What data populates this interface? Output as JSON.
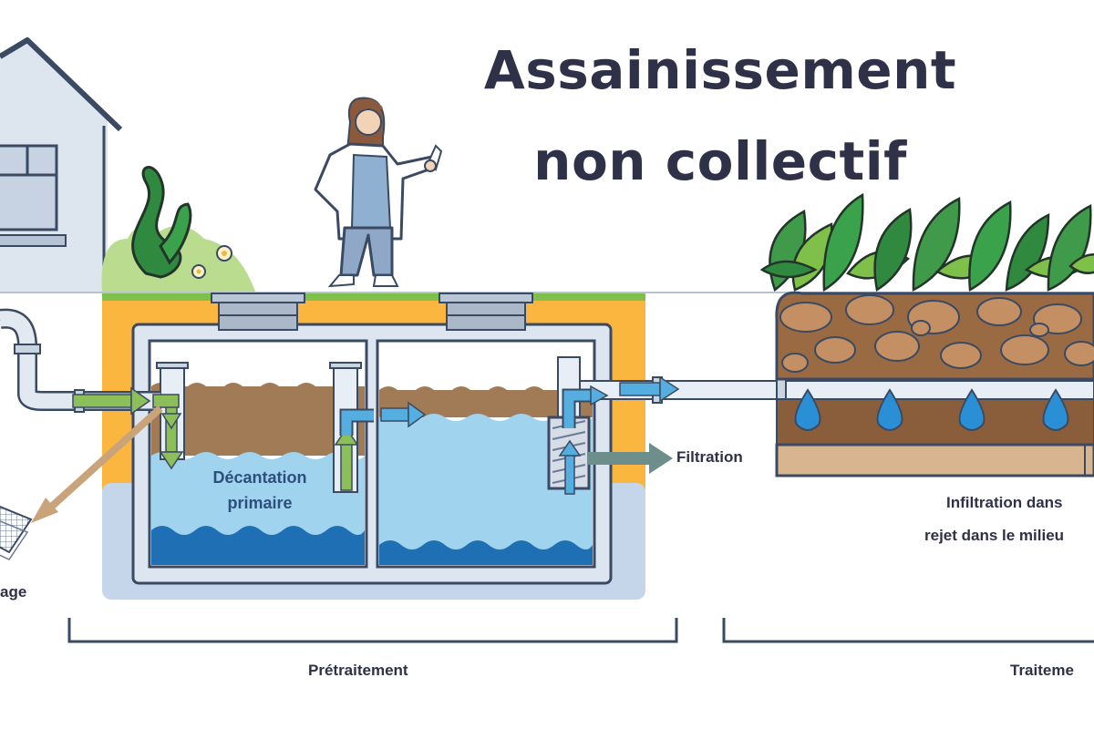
{
  "title": {
    "line1": "Assainissement",
    "line2": "non collectif"
  },
  "labels": {
    "decantation_line1": "Décantation",
    "decantation_line2": "primaire",
    "filtration": "Filtration",
    "left_cut": "age",
    "infiltration_line1": "Infiltration dans",
    "infiltration_line2": "rejet dans le milieu",
    "pretraitement": "Prétraitement",
    "traitement_cut": "Traiteme"
  },
  "colors": {
    "title": "#2e3148",
    "outline": "#3a4a63",
    "pipe": "#dfe6ee",
    "water_light": "#9fd3ee",
    "water_dark": "#1f6fb5",
    "sludge": "#a07b55",
    "sand": "#fbb640",
    "grass": "#7ec04a",
    "soil": "#8a5e3b",
    "flow_green": "#8cbf5a",
    "flow_blue": "#55aee0",
    "flow_grey": "#6e8e8b"
  }
}
